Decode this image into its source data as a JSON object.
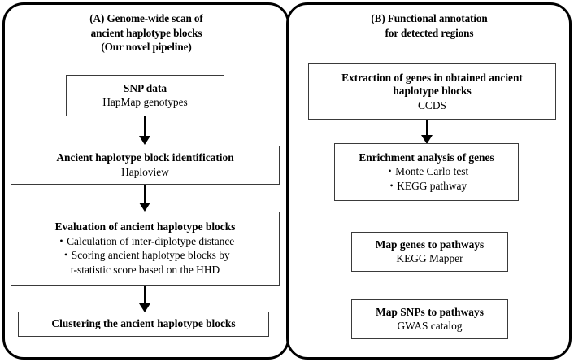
{
  "figure": {
    "type": "flowchart",
    "panel_count": 2
  },
  "panel_a": {
    "label": "(A)",
    "title_line1": "(A) Genome-wide scan of",
    "title_line2": "ancient haplotype blocks",
    "title_line3": "(Our novel pipeline)",
    "steps": [
      {
        "id": "snp-data",
        "heading": "SNP data",
        "sub": "HapMap genotypes"
      },
      {
        "id": "ancient-haplotype-block-identification",
        "heading": "Ancient haplotype block identification",
        "sub": "Haploview"
      },
      {
        "id": "evaluation-of-ancient-haplotype-blocks",
        "heading": "Evaluation of ancient haplotype blocks",
        "bullet1": "・Calculation of inter-diplotype distance",
        "bullet2": "・Scoring ancient haplotype blocks by",
        "bullet2_cont": "t-statistic score based on the HHD"
      },
      {
        "id": "clustering-the-ancient-haplotype-blocks",
        "heading": "Clustering the ancient haplotype blocks"
      }
    ],
    "arrows": [
      {
        "id": "arrow-snp-to-identification",
        "name": "down-arrow"
      },
      {
        "id": "arrow-identification-to-evaluation",
        "name": "down-arrow"
      },
      {
        "id": "arrow-evaluation-to-clustering",
        "name": "down-arrow"
      }
    ]
  },
  "panel_b": {
    "label": "(B)",
    "title_line1": "(B) Functional annotation",
    "title_line2": "for detected regions",
    "steps": [
      {
        "id": "extraction-of-genes",
        "heading_line1": "Extraction of genes in obtained ancient",
        "heading_line2": "haplotype blocks",
        "sub": "CCDS"
      },
      {
        "id": "enrichment-analysis-of-genes",
        "heading": "Enrichment analysis of genes",
        "bullet1": "・Monte Carlo test",
        "bullet2": "・KEGG pathway"
      },
      {
        "id": "map-genes-to-pathways",
        "heading": "Map genes to pathways",
        "sub": "KEGG Mapper"
      },
      {
        "id": "map-snps-to-pathways",
        "heading": "Map SNPs to pathways",
        "sub": "GWAS catalog"
      }
    ],
    "arrows": [
      {
        "id": "arrow-extraction-to-enrichment",
        "name": "down-arrow"
      }
    ]
  },
  "colors": {
    "panel_border": "#000000",
    "box_border": "#3a3a3a",
    "text": "#000000",
    "background": "#ffffff"
  }
}
